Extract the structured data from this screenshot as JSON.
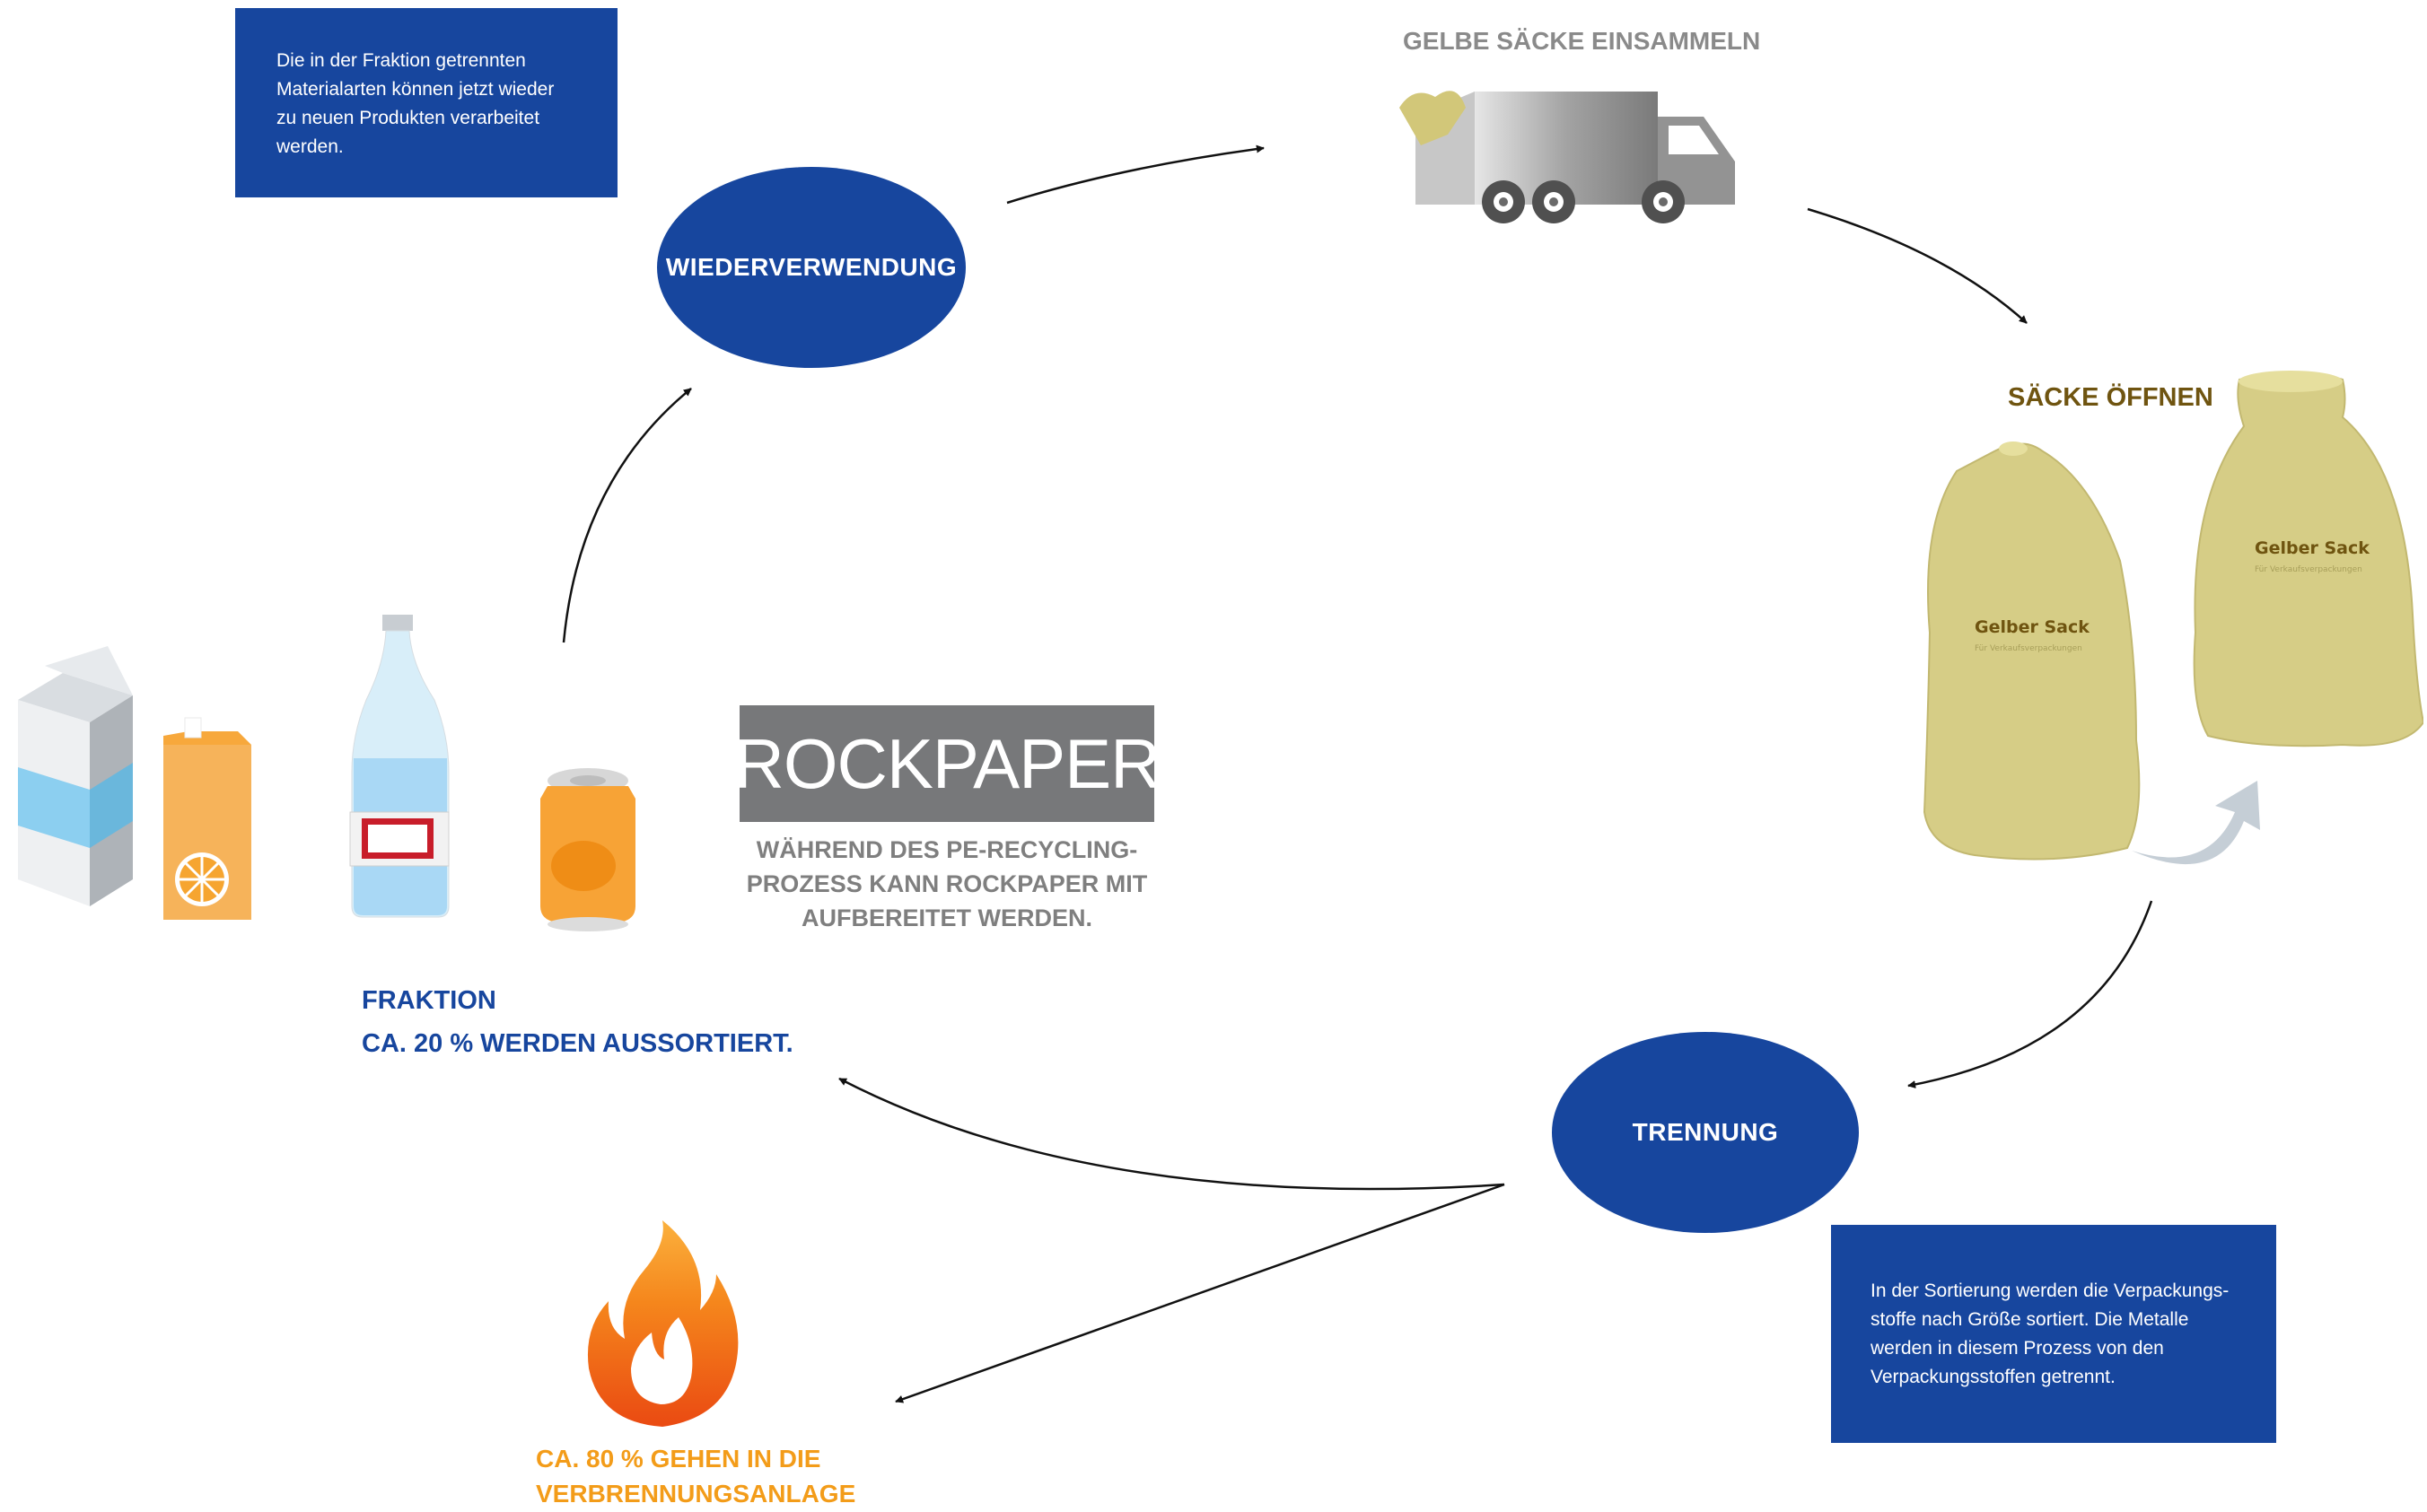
{
  "colors": {
    "primary_blue": "#17469e",
    "arrow": "#111111",
    "grey_text": "#8a8a8a",
    "brown_text": "#6f5410",
    "orange_text": "#f39c19",
    "sack": "#d6cd86"
  },
  "notes": {
    "top_left": "Die in der Fraktion getrennten\nMaterialarten können jetzt wieder\nzu neuen Produkten verarbeitet\nwerden.",
    "bottom_right": "In der Sortierung werden die Verpackungs-\nstoffe nach Größe sortiert. Die Metalle\nwerden in diesem Prozess von den\nVerpackungsstoffen getrennt."
  },
  "nodes": {
    "reuse": "WIEDERVERWENDUNG",
    "separation": "TRENNUNG"
  },
  "steps": {
    "collect": "GELBE SÄCKE EINSAMMELN",
    "open_bags": "SÄCKE ÖFFNEN",
    "fraction_line1": "FRAKTION",
    "fraction_line2": "CA. 20 % WERDEN AUSSORTIERT.",
    "incineration_line1": "CA. 80 % GEHEN IN DIE",
    "incineration_line2": "VERBRENNUNGSANLAGE"
  },
  "rockpaper": {
    "logo": "ROCKPAPER",
    "caption": "WÄHREND DES PE-RECYCLING-\nPROZESS KANN ROCKPAPER MIT\nAUFBEREITET WERDEN."
  },
  "sacks": {
    "label": "Gelber Sack",
    "sublabel": "Für Verkaufsverpackungen"
  },
  "icons": {
    "truck": "garbage-truck-icon",
    "sacks": "yellow-bag-icon",
    "fire": "fire-icon",
    "milk": "milk-carton-icon",
    "juice": "juice-carton-icon",
    "bottle": "water-bottle-icon",
    "can": "drink-can-icon"
  }
}
